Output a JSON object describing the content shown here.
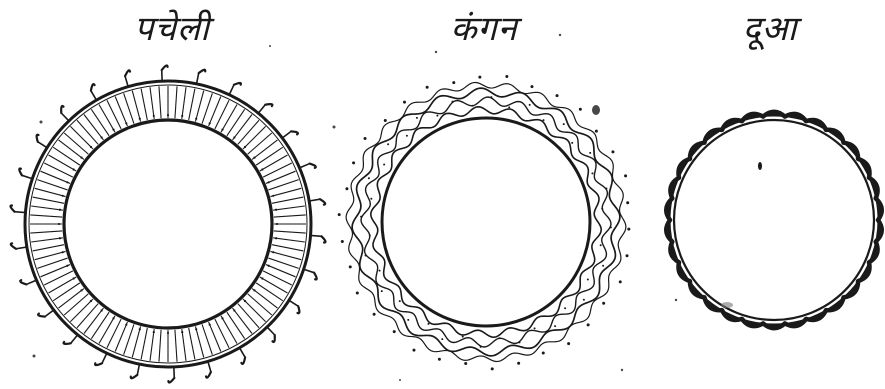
{
  "figures": [
    {
      "label": "पचेली",
      "style": "ticked-band-with-hooks"
    },
    {
      "label": "कंगन",
      "style": "wavy-band"
    },
    {
      "label": "दूआ",
      "style": "scalloped-ring"
    }
  ],
  "colors": {
    "ink": "#1a1a1a",
    "paper": "#ffffff"
  }
}
